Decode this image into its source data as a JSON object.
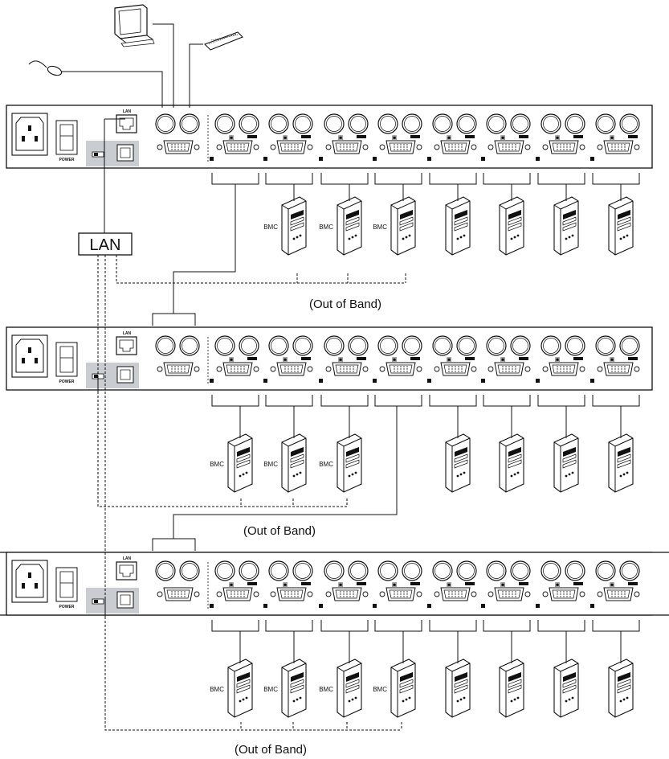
{
  "diagram": {
    "lan_box_label": "LAN",
    "units": [
      {
        "lan_port_label": "LAN",
        "power_label": "POWER",
        "out_of_band_label": "(Out of Band)",
        "bmc_ports": [
          1,
          2,
          3
        ]
      },
      {
        "lan_port_label": "LAN",
        "power_label": "POWER",
        "out_of_band_label": "(Out of Band)",
        "bmc_ports": [
          0,
          1,
          2
        ]
      },
      {
        "lan_port_label": "LAN",
        "power_label": "POWER",
        "out_of_band_label": "(Out of Band)",
        "bmc_ports": [
          0,
          1,
          2,
          3
        ]
      }
    ],
    "bmc_label": "BMC",
    "port_count": 8,
    "colors": {
      "line": "#111111",
      "panel_gray": "#c9ccd1",
      "fill": "#ffffff"
    },
    "icons": [
      "monitor-icon",
      "keyboard-icon",
      "mouse-icon",
      "server-icon",
      "vga-port-icon",
      "ps2-port-icon",
      "power-socket-icon",
      "rj45-port-icon",
      "rj11-port-icon"
    ]
  }
}
